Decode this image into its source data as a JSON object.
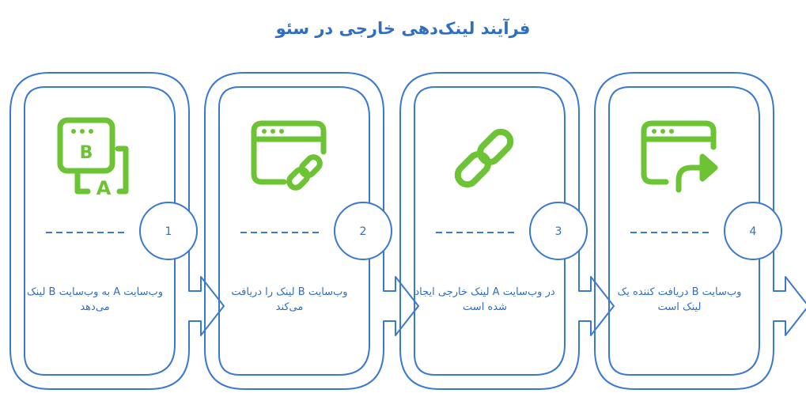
{
  "title": "فرآیند لینک‌دهی خارجی در سئو",
  "colors": {
    "outline": "#3b78cf",
    "icon": "#6cc334",
    "text": "#2f6ec2"
  },
  "steps": [
    {
      "number": "1",
      "icon": "site-a-to-site-b-icon",
      "text": "وب‌سایت A به وب‌سایت B لینک می‌دهد"
    },
    {
      "number": "2",
      "icon": "browser-link-icon",
      "text": "وب‌سایت B لینک را دریافت می‌کند"
    },
    {
      "number": "3",
      "icon": "chain-link-icon",
      "text": "در وب‌سایت A لینک خارجی ایجاد شده است"
    },
    {
      "number": "4",
      "icon": "browser-share-icon",
      "text": "وب‌سایت B دریافت کننده یک لینک است"
    }
  ]
}
